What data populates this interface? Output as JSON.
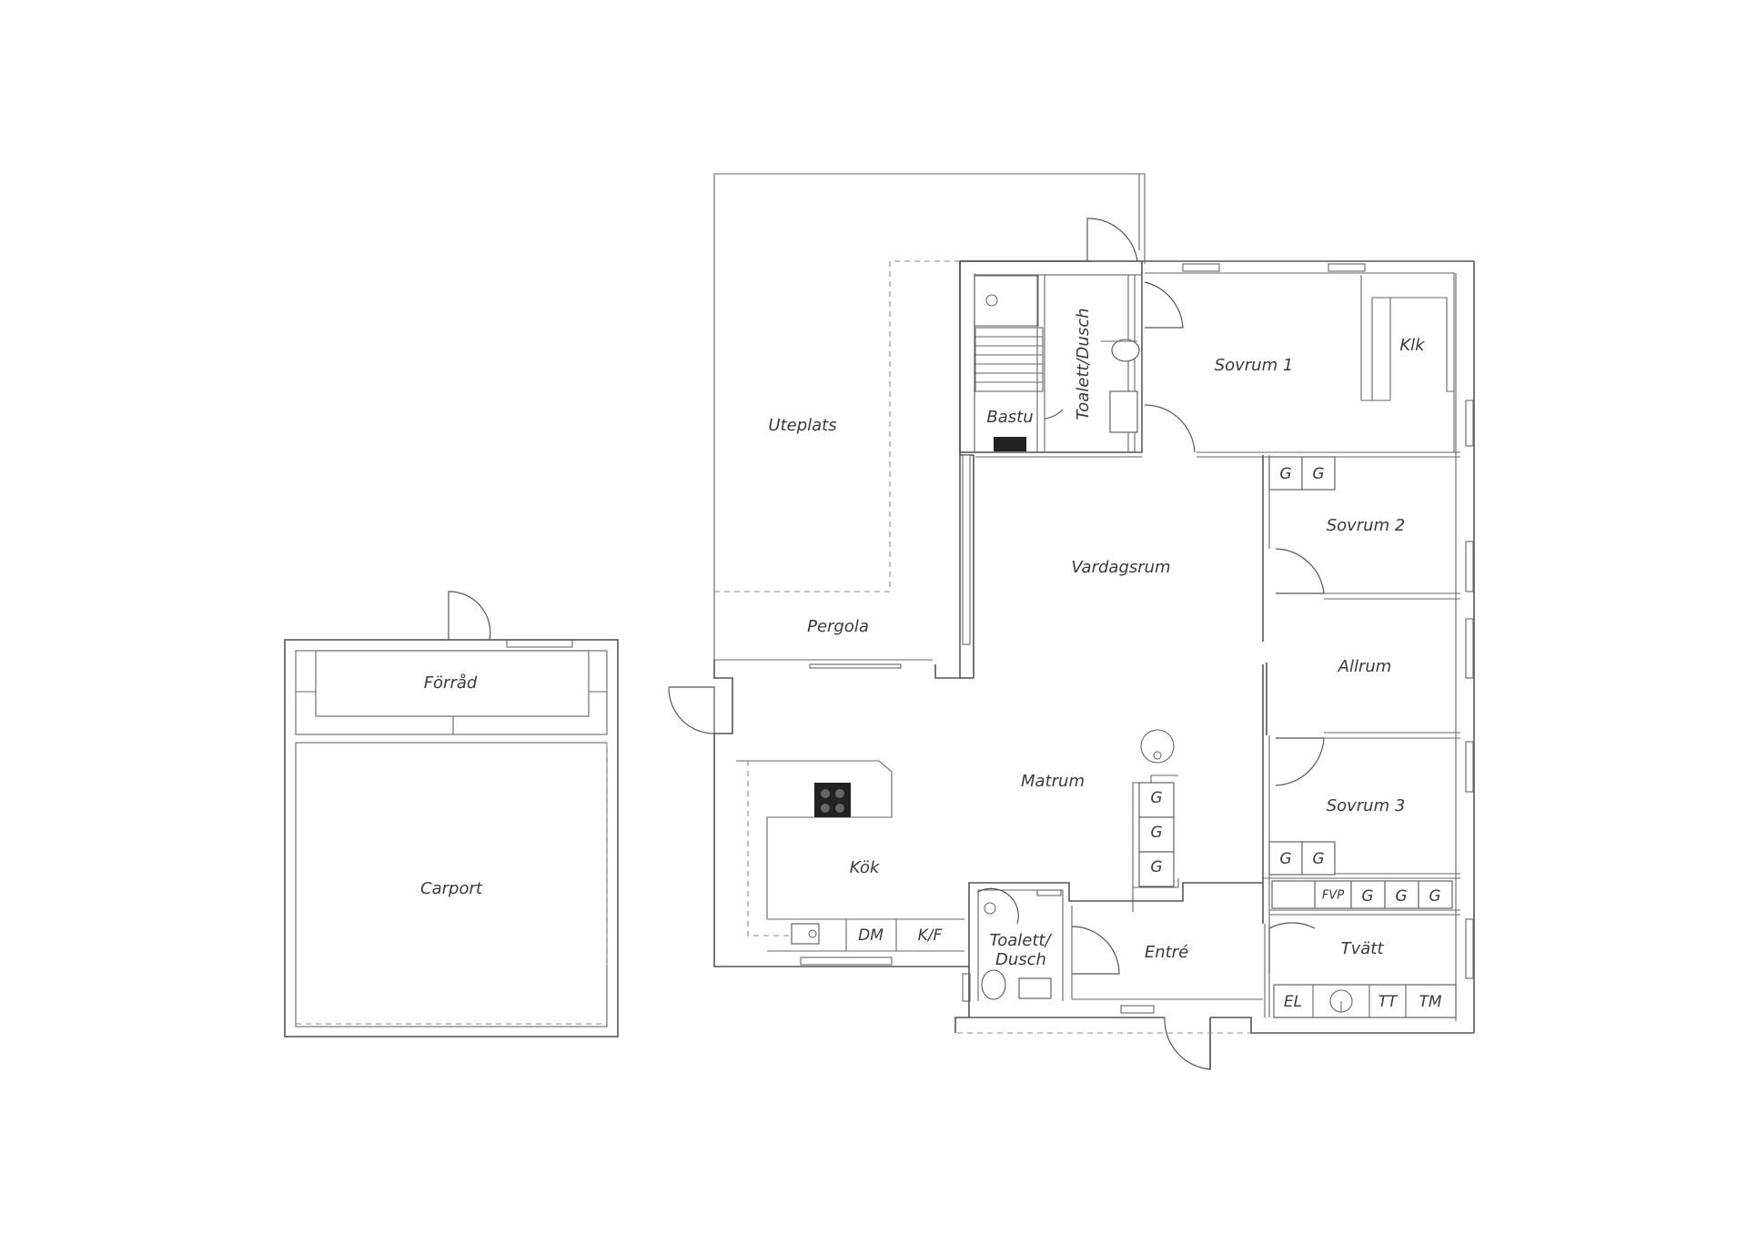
{
  "rooms": {
    "uteplats": "Uteplats",
    "pergola": "Pergola",
    "bastu": "Bastu",
    "toalett_dusch_top": "Toalett/Dusch",
    "sovrum1": "Sovrum 1",
    "klk": "Klk",
    "vardagsrum": "Vardagsrum",
    "sovrum2": "Sovrum 2",
    "allrum": "Allrum",
    "matrum": "Matrum",
    "sovrum3": "Sovrum 3",
    "kok": "Kök",
    "toalett_dusch_bottom_1": "Toalett/",
    "toalett_dusch_bottom_2": "Dusch",
    "entre": "Entré",
    "tvatt": "Tvätt",
    "forrad": "Förråd",
    "carport": "Carport"
  },
  "fixtures": {
    "wardrobe": "G",
    "dishwasher": "DM",
    "fridge_freezer": "K/F",
    "heat_pump": "FVP",
    "electric_panel": "EL",
    "dryer": "TT",
    "washer": "TM"
  }
}
